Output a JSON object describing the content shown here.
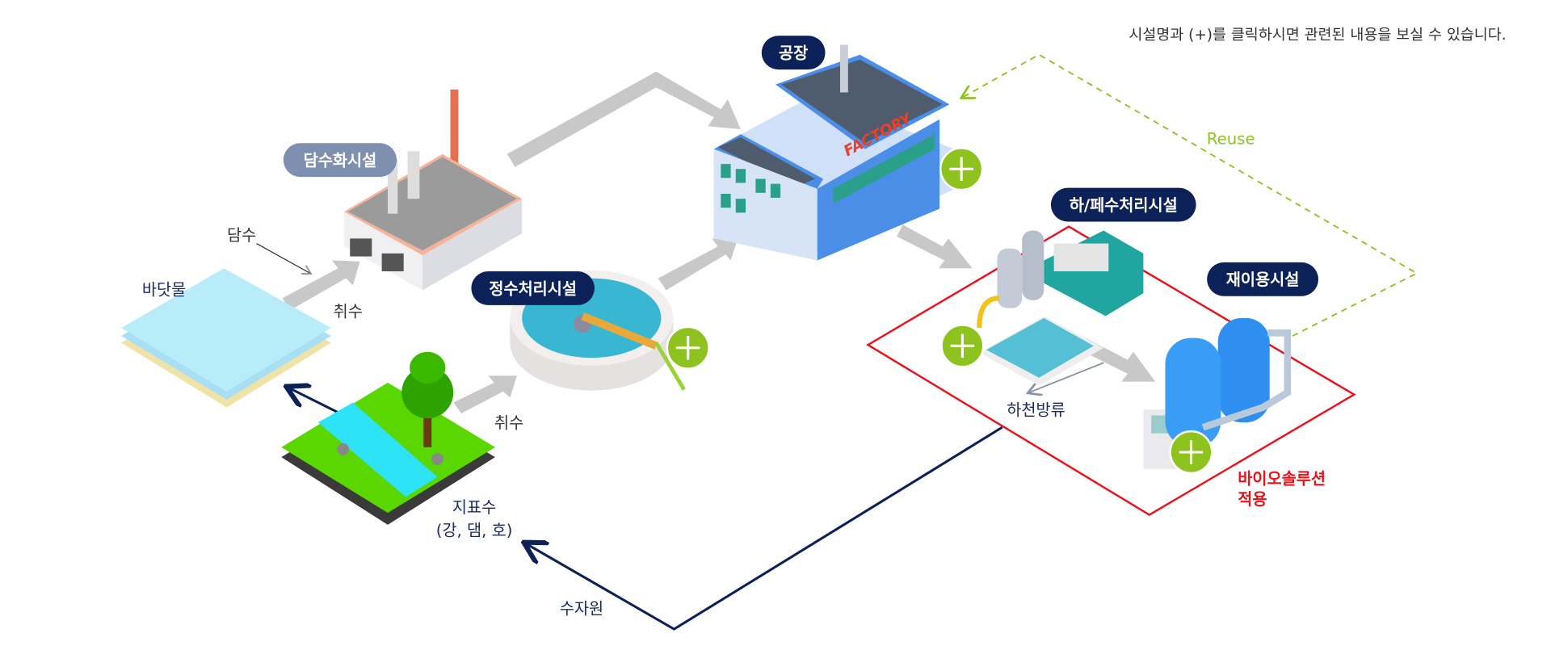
{
  "instruction": "시설명과 (+)를 클릭하시면 관련된 내용을 보실 수 있습니다.",
  "facilities": {
    "factory": "공장",
    "desalination": "담수화시설",
    "water_treatment": "정수처리시설",
    "wastewater": "하/페수처리시설",
    "reuse_facility": "재이용시설"
  },
  "labels": {
    "fresh_water": "담수",
    "seawater": "바닷물",
    "intake1": "취수",
    "intake2": "취수",
    "surface_water": "지표수",
    "surface_water_sub": "(강, 댐, 호)",
    "river_discharge": "하천방류",
    "water_resource": "수자원",
    "reuse": "Reuse",
    "bio_solution_1": "바이오솔루션",
    "bio_solution_2": "적용",
    "factory_sign": "FACTORY"
  },
  "colors": {
    "navy": "#0d2159",
    "pill_gray": "#7f8fb0",
    "plus_green": "#8dc21f",
    "reuse_green": "#8dc21f",
    "bio_red": "#e8141c",
    "arrow_gray": "#c8c8c8"
  }
}
